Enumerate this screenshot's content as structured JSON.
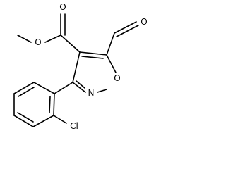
{
  "structure": {
    "atoms": {
      "carbonyl_oxygen": "O",
      "ester_oxygen": "O",
      "aldehyde_oxygen": "O",
      "ring_oxygen": "O",
      "ring_nitrogen": "N",
      "chloro": "Cl"
    }
  }
}
